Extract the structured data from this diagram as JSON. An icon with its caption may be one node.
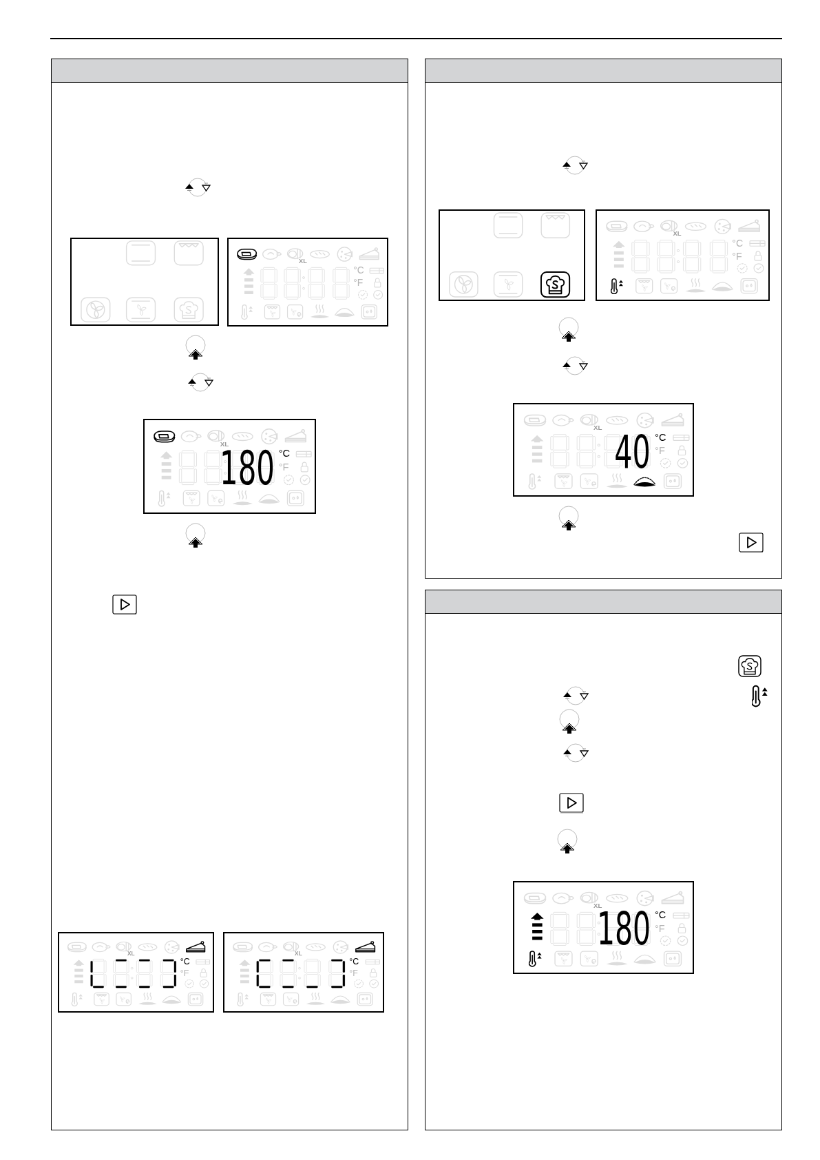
{
  "diagram": {
    "nodes": [
      {
        "text": [],
        "shape": "box"
      },
      {
        "text": [],
        "shape": "box",
        "in": 0
      },
      {
        "text": [
          "XL",
          "°C",
          "°F"
        ],
        "in": 0
      },
      {
        "text": [
          "XL",
          "180",
          "°C",
          "°F"
        ],
        "in": 0
      },
      {
        "text": [
          "XL",
          "°C",
          "°F"
        ],
        "in": 0
      },
      {
        "text": [
          "XL",
          "°C",
          "°F"
        ],
        "in": 0
      },
      {
        "text": [],
        "shape": "box"
      },
      {
        "text": [],
        "shape": "box",
        "in": 6
      },
      {
        "text": [
          "XL",
          "°C",
          "°F"
        ],
        "in": 6
      },
      {
        "text": [
          "XL",
          "40",
          "°C",
          "°F"
        ],
        "in": 6
      },
      {
        "text": [],
        "shape": "box"
      },
      {
        "text": [
          "XL",
          "180",
          "°C",
          "°F"
        ],
        "in": 10
      }
    ]
  }
}
